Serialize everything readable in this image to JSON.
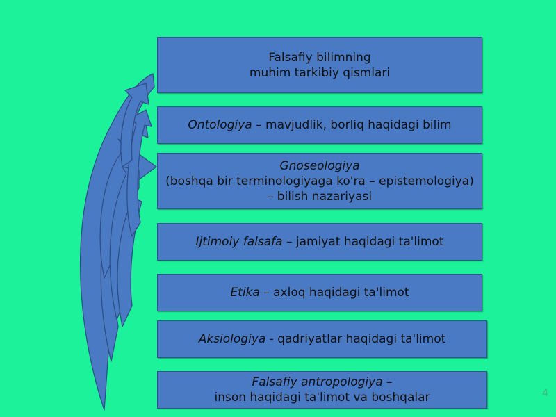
{
  "colors": {
    "background": "#1cf29a",
    "box_fill": "#4a7ac4",
    "arrow_fill": "#4a7ac4",
    "arrow_stroke": "#2f4f86"
  },
  "diagram": {
    "title": {
      "line1": "Falsafiy bilimning",
      "line2": "muhim tarkibiy qismlari"
    },
    "items": [
      {
        "term": "Ontologiya",
        "description": " – mavjudlik, borliq haqidagi bilim"
      },
      {
        "term": "Gnoseologiya",
        "line2": "(boshqa bir terminologiyaga ko'ra – epistemologiya)",
        "line3": "– bilish nazariyasi"
      },
      {
        "term": "Ijtimoiy falsafa",
        "description": " – jamiyat haqidagi ta'limot"
      },
      {
        "term": "Etika",
        "description": " – axloq haqidagi ta'limot"
      },
      {
        "term": "Aksiologiya",
        "description": " - qadriyatlar haqidagi ta'limot"
      },
      {
        "term": "Falsafiy antropologiya",
        "term_suffix": " –",
        "line2": "inson haqidagi ta'limot va boshqalar"
      }
    ]
  },
  "page_number": "4"
}
